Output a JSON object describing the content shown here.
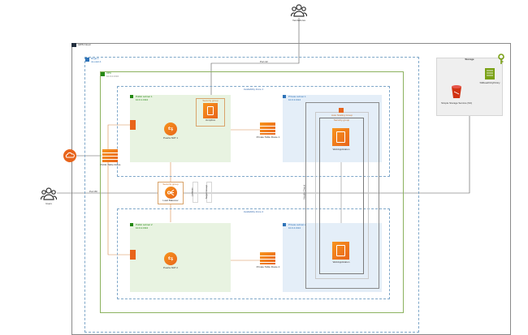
{
  "external": {
    "top_users_label": "Vendedores",
    "left_users_label": "Users"
  },
  "cloud": {
    "label": "AWS Cloud"
  },
  "region": {
    "label": "Region",
    "sublabel": "us-east-1"
  },
  "vpc": {
    "label": "VPC",
    "sublabel": "10.0.0.0/16"
  },
  "availability_zones": [
    {
      "label": "Availability Zone 1"
    },
    {
      "label": "Availability Zone 2"
    }
  ],
  "subnets": {
    "public1": {
      "label": "Public subnet 1",
      "cidr": "10.0.1.0/24"
    },
    "private1": {
      "label": "Private subnet 1",
      "cidr": "10.0.3.0/24"
    },
    "public2": {
      "label": "Public subnet 2",
      "cidr": "10.0.2.0/24"
    },
    "private2": {
      "label": "Private subnet 2",
      "cidr": "10.0.4.0/24"
    }
  },
  "security_groups": {
    "bastion_sg": "Security group",
    "web_sg": "Security group",
    "alb_sg": "Security group"
  },
  "asg": {
    "label": "Auto Scaling Group"
  },
  "nodes": {
    "bastion": "Jumpbox",
    "nat1": "Puerta NAT 1",
    "nat2": "Puerta NAT 2",
    "private_rt1": "Private Table Route 1",
    "private_rt2": "Private Table Route 2",
    "public_rt": "Public Table Route",
    "web1": "WebApplication",
    "web2": "WebApplication",
    "alb": "Load Balancer",
    "internet_gateway": ""
  },
  "edge_labels": {
    "ssh": "Port 22",
    "http": "Port 80",
    "listener": "Listener",
    "target_group": "Target Group",
    "health_check": "Health Check"
  },
  "storage": {
    "title": "Storage",
    "s3_label": "Simple Storage Service (S3)",
    "policy_label": "S3ReadOnlyPolicy"
  },
  "colors": {
    "aws_orange": "#e8641b",
    "public_subnet": "#e8f3e1",
    "private_subnet": "#e4eef8",
    "vpc_border": "#8cb25f",
    "s3_red": "#d13212",
    "policy_green": "#7aa116"
  }
}
